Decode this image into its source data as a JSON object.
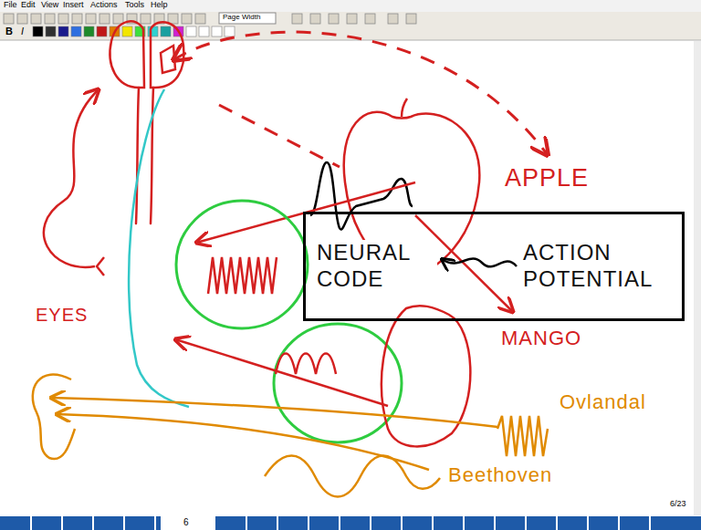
{
  "diagram": {
    "nodes": [
      {
        "text": [
          "NEURAL CODE",
          "ACTION POTENTIAL"
        ]
      }
    ],
    "labels": [
      "File",
      "Edit",
      "View",
      "Insert",
      "Actions",
      "Tools",
      "Help",
      "Page Width",
      "B",
      "I",
      "APPLE",
      "MANGO",
      "EYES",
      "Ovlandal",
      "Beethoven",
      "6/23",
      "6"
    ]
  }
}
